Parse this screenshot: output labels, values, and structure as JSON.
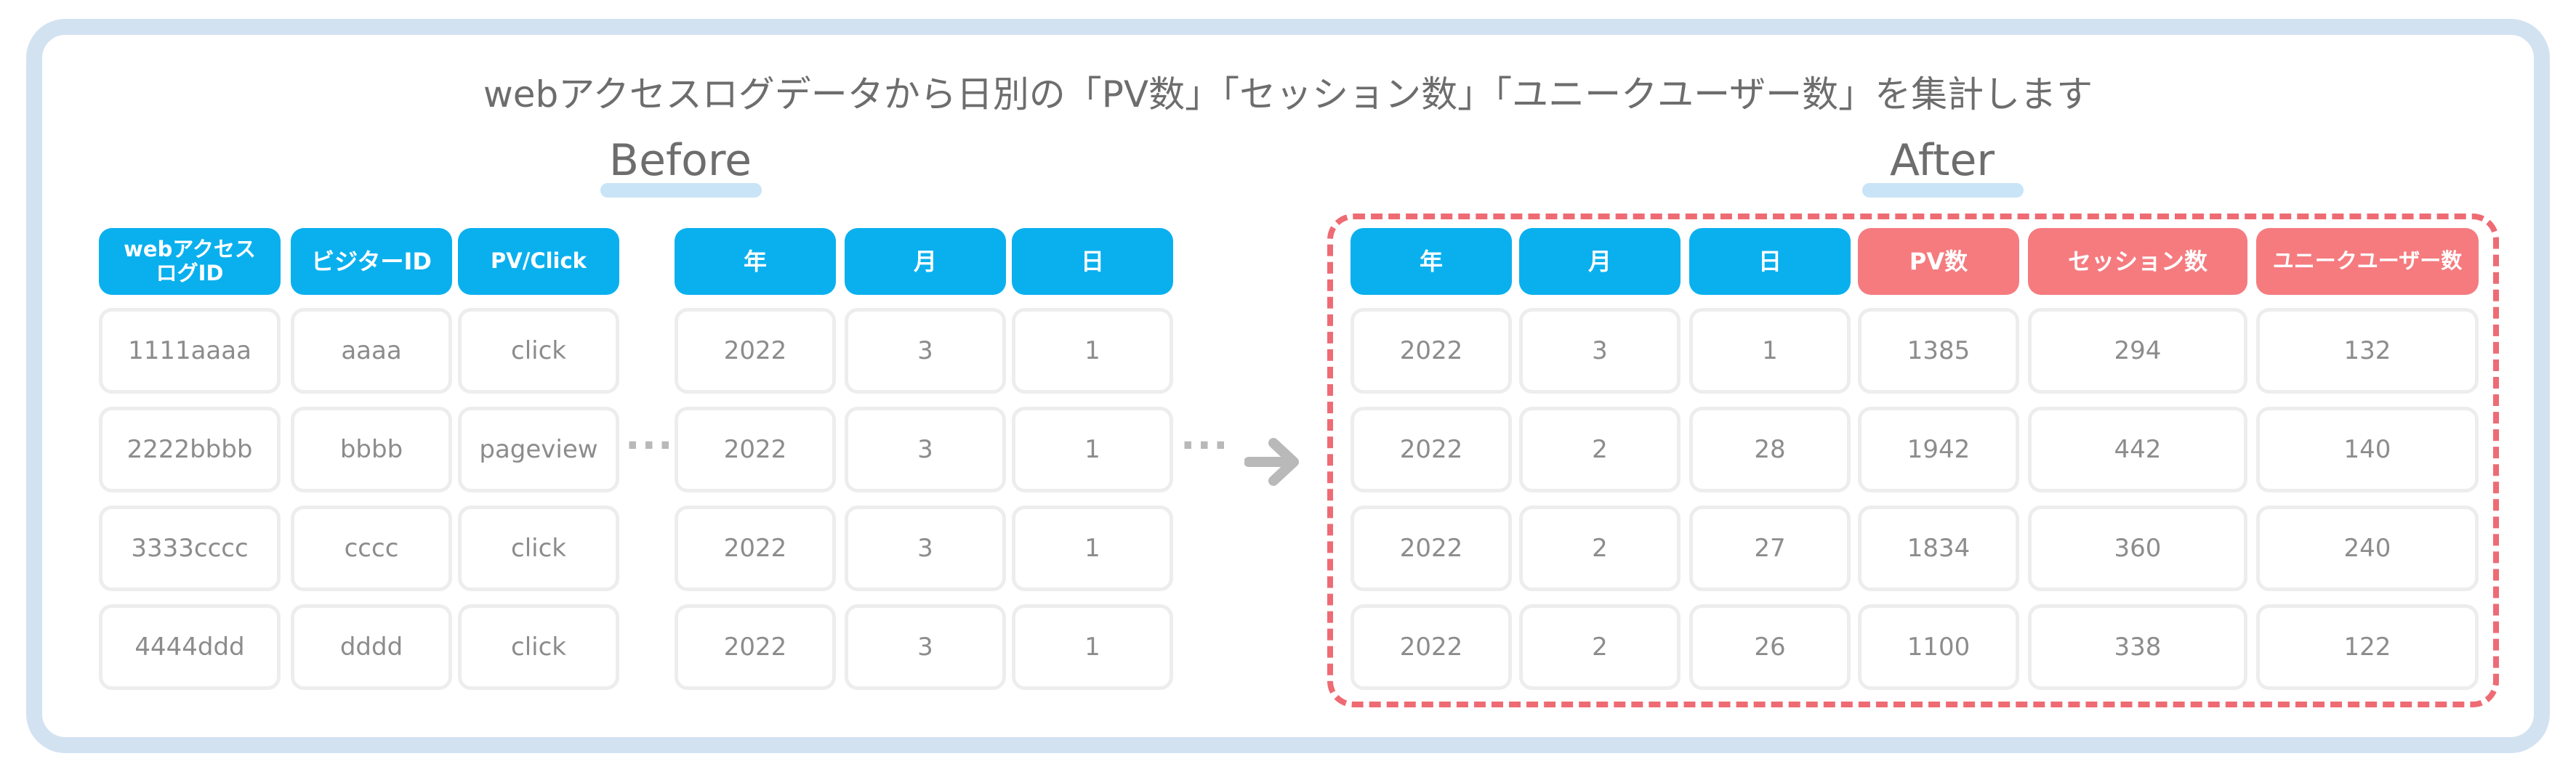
{
  "headline": "webアクセスログデータから日別の「PV数」「セッション数」「ユニークユーザー数」を集計します",
  "before": {
    "label": "Before",
    "left_table": {
      "headers": [
        "webアクセス\nログID",
        "ビジターID",
        "PV/Click"
      ],
      "rows": [
        [
          "1111aaaa",
          "aaaa",
          "click"
        ],
        [
          "2222bbbb",
          "bbbb",
          "pageview"
        ],
        [
          "3333cccc",
          "cccc",
          "click"
        ],
        [
          "4444ddd",
          "dddd",
          "click"
        ]
      ]
    },
    "right_table": {
      "headers": [
        "年",
        "月",
        "日"
      ],
      "rows": [
        [
          "2022",
          "3",
          "1"
        ],
        [
          "2022",
          "3",
          "1"
        ],
        [
          "2022",
          "3",
          "1"
        ],
        [
          "2022",
          "3",
          "1"
        ]
      ]
    },
    "ellipsis": "···"
  },
  "connector": {
    "ellipsis": "···",
    "arrow_icon": "arrow-right-icon"
  },
  "after": {
    "label": "After",
    "table": {
      "headers": [
        {
          "text": "年",
          "color": "blue"
        },
        {
          "text": "月",
          "color": "blue"
        },
        {
          "text": "日",
          "color": "blue"
        },
        {
          "text": "PV数",
          "color": "pink"
        },
        {
          "text": "セッション数",
          "color": "pink"
        },
        {
          "text": "ユニークユーザー数",
          "color": "pink"
        }
      ],
      "rows": [
        [
          "2022",
          "3",
          "1",
          "1385",
          "294",
          "132"
        ],
        [
          "2022",
          "2",
          "28",
          "1942",
          "442",
          "140"
        ],
        [
          "2022",
          "2",
          "27",
          "1834",
          "360",
          "240"
        ],
        [
          "2022",
          "2",
          "26",
          "1100",
          "338",
          "122"
        ]
      ]
    }
  },
  "colors": {
    "frame": "#d3e2f1",
    "header_blue": "#0ab0ee",
    "header_pink": "#f57b7f",
    "dashed_highlight": "#ee6b74",
    "underline": "#c9e4f7"
  }
}
